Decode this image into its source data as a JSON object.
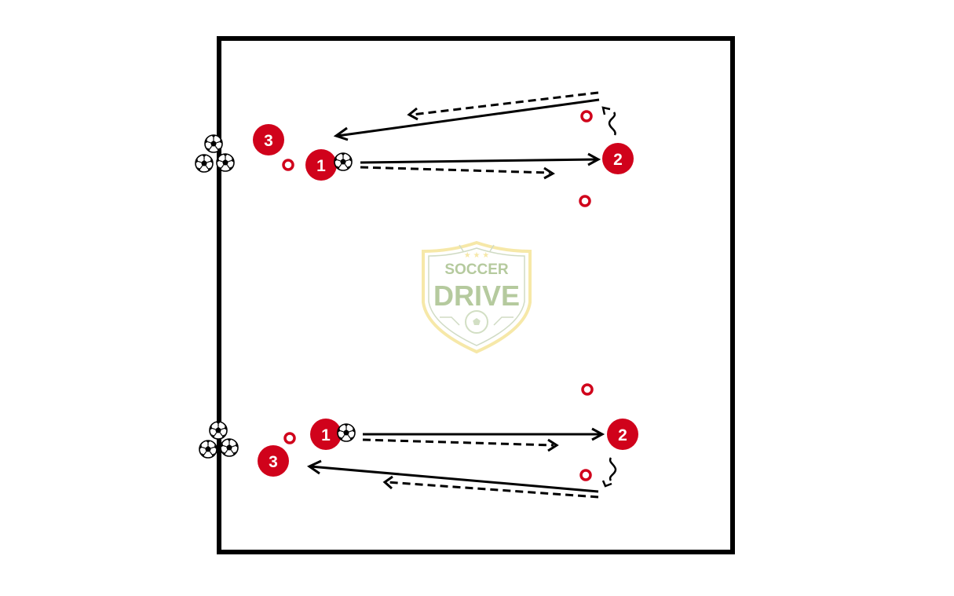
{
  "players": {
    "top": {
      "passer": "1",
      "receiver": "2",
      "next": "3"
    },
    "bottom": {
      "passer": "1",
      "receiver": "2",
      "next": "3"
    }
  },
  "logo": {
    "line1": "SOCCER",
    "line2": "DRIVE"
  },
  "colors": {
    "player": "#d0021b",
    "cone": "#d0021b",
    "field_line": "#000000",
    "logo_green": "#8fae6b",
    "logo_gold": "#f2dc7a"
  }
}
